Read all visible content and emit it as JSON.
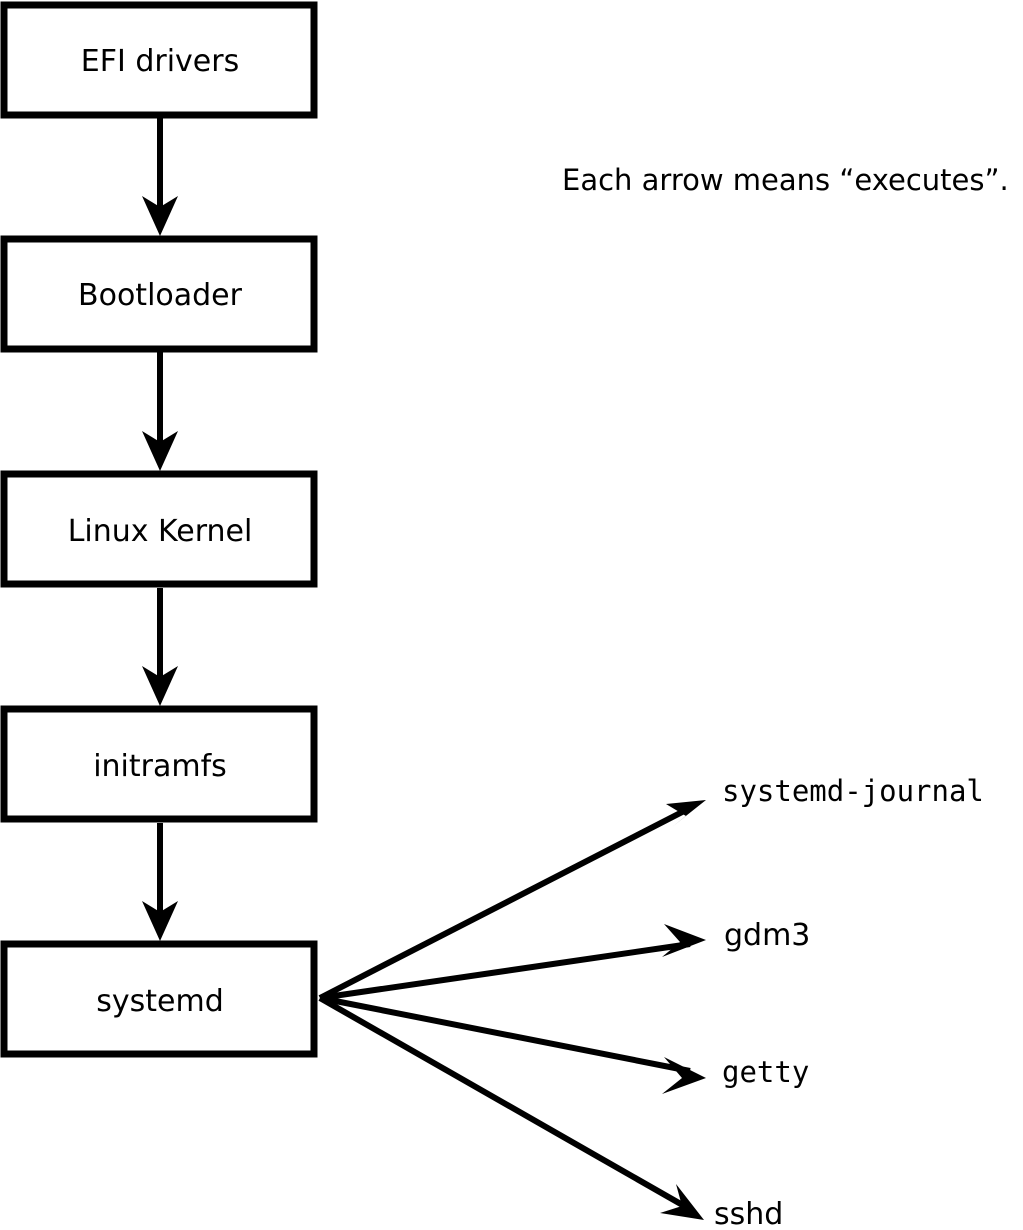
{
  "diagram": {
    "caption": "Each arrow means “executes”.",
    "chain": [
      {
        "label": "EFI drivers"
      },
      {
        "label": "Bootloader"
      },
      {
        "label": "Linux Kernel"
      },
      {
        "label": "initramfs"
      },
      {
        "label": "systemd"
      }
    ],
    "services": [
      {
        "label": "systemd-journal",
        "font": "mono"
      },
      {
        "label": "gdm3",
        "font": "sans"
      },
      {
        "label": "getty",
        "font": "mono"
      },
      {
        "label": "sshd",
        "font": "sans"
      }
    ],
    "colors": {
      "background": "#ffffff",
      "stroke": "#000000",
      "box_fill": "#ffffff",
      "text": "#000000"
    }
  }
}
